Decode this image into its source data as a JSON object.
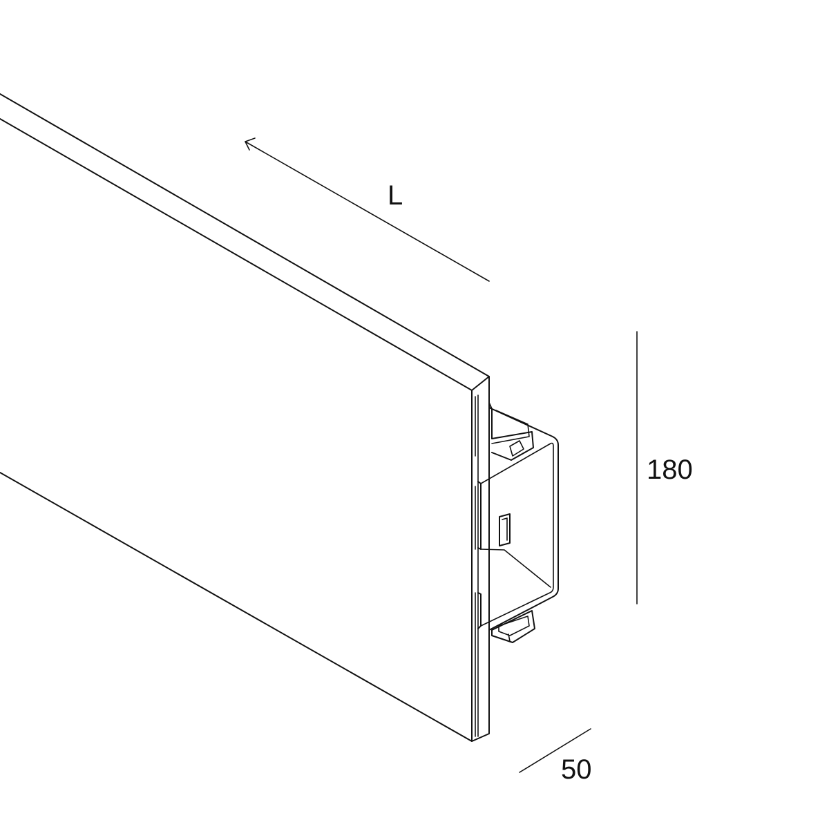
{
  "dimensions": {
    "length_label": "L",
    "height_label": "180",
    "depth_label": "50"
  },
  "colors": {
    "line": "#111111",
    "background": "#ffffff"
  }
}
